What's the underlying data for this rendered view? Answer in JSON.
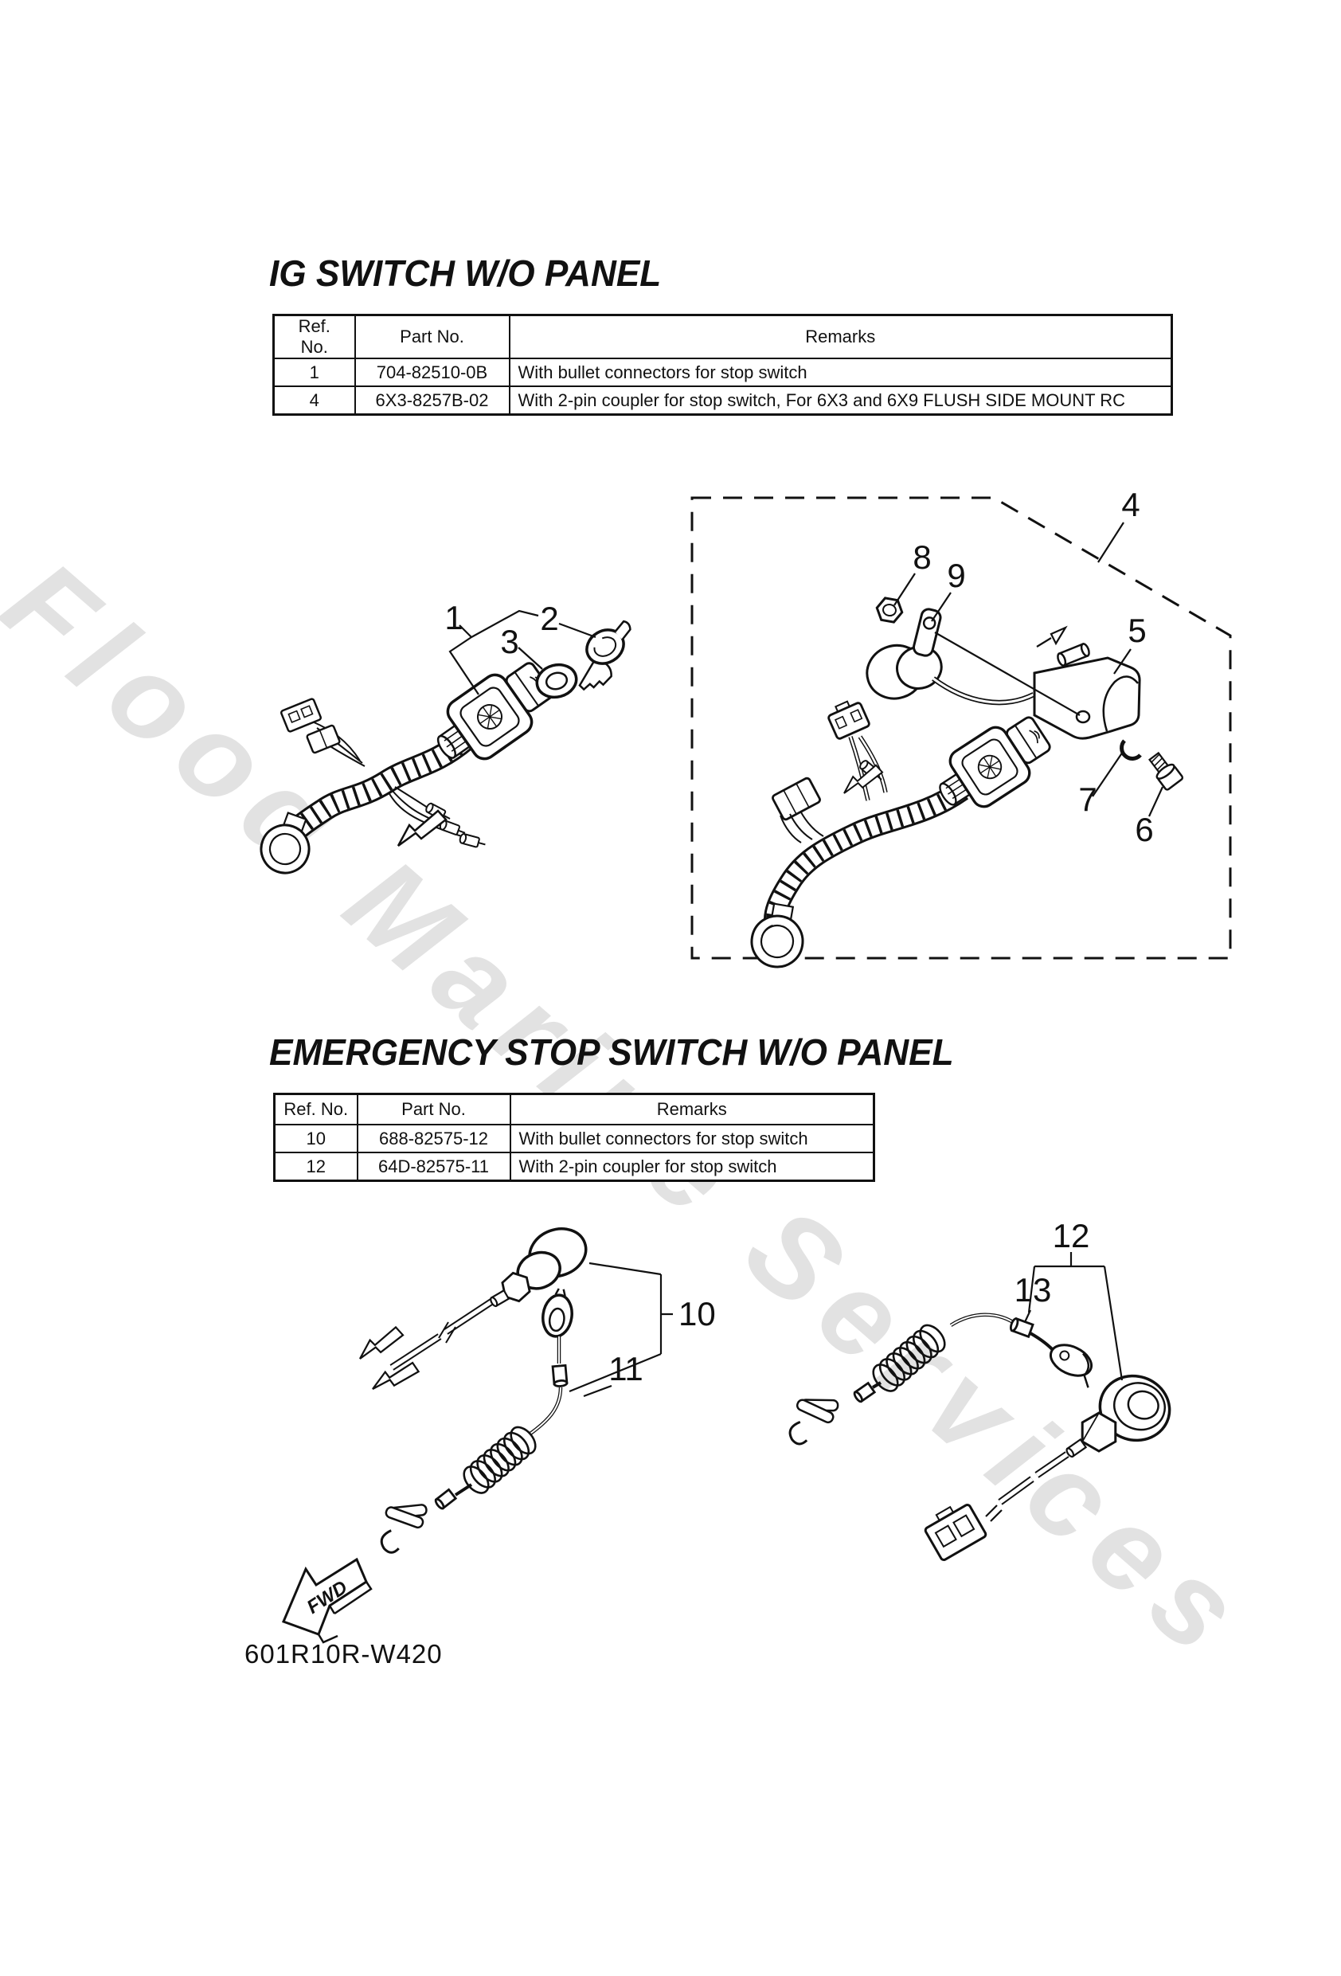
{
  "watermark": {
    "text": "Flood Marine Services",
    "color": "#e2e2e2"
  },
  "section_ig": {
    "title": "IG SWITCH W/O PANEL",
    "table": {
      "headers": {
        "ref": "Ref. No.",
        "part": "Part No.",
        "remarks": "Remarks"
      },
      "rows": [
        {
          "ref": "1",
          "part": "704-82510-0B",
          "remarks": "With bullet connectors for stop switch"
        },
        {
          "ref": "4",
          "part": "6X3-8257B-02",
          "remarks": "With 2-pin coupler for stop switch, For 6X3 and 6X9 FLUSH SIDE MOUNT RC"
        }
      ]
    }
  },
  "section_stop": {
    "title": "EMERGENCY STOP SWITCH W/O PANEL",
    "table": {
      "headers": {
        "ref": "Ref. No.",
        "part": "Part No.",
        "remarks": "Remarks"
      },
      "rows": [
        {
          "ref": "10",
          "part": "688-82575-12",
          "remarks": "With bullet connectors for stop switch"
        },
        {
          "ref": "12",
          "part": "64D-82575-11",
          "remarks": "With 2-pin coupler for stop switch"
        }
      ]
    }
  },
  "diagram": {
    "callouts": {
      "c1": "1",
      "c2": "2",
      "c3": "3",
      "c4": "4",
      "c5": "5",
      "c6": "6",
      "c7": "7",
      "c8": "8",
      "c9": "9",
      "c10": "10",
      "c11": "11",
      "c12": "12",
      "c13": "13"
    },
    "fwd_label": "FWD"
  },
  "footer": {
    "drawing_code": "601R10R-W420"
  }
}
